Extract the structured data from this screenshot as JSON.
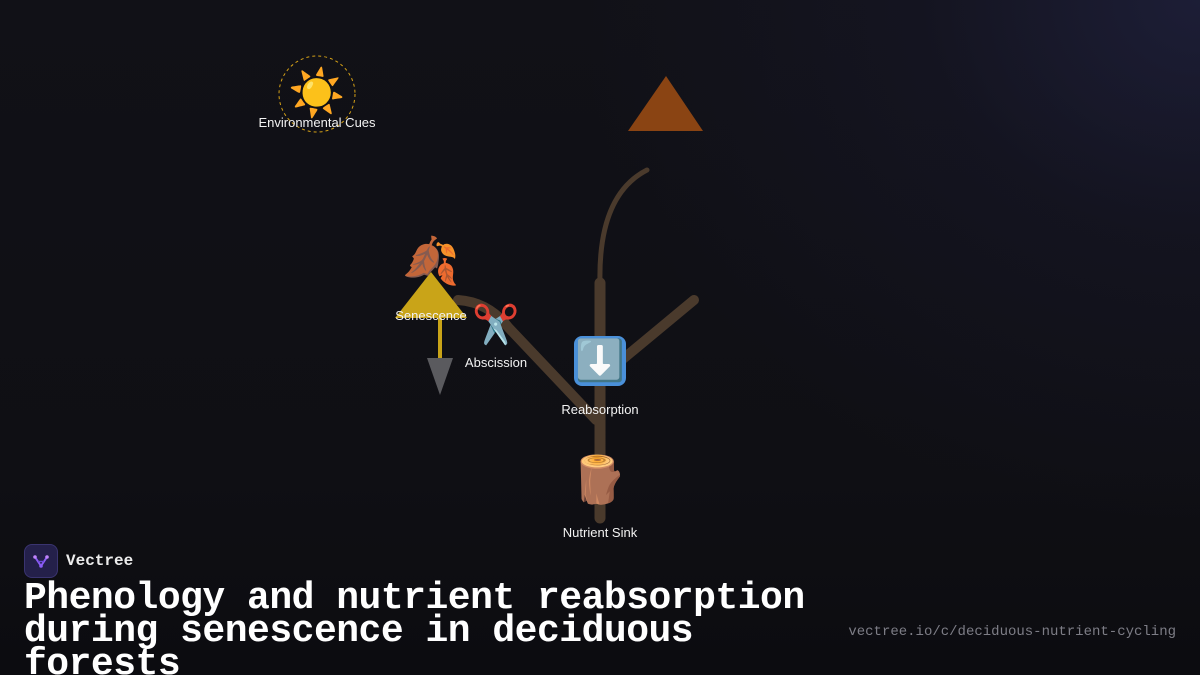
{
  "brand": {
    "name": "Vectree",
    "accent": "#8b5cf6",
    "logo_icon": "tree-network-icon"
  },
  "title": "Phenology and nutrient reabsorption during senescence in deciduous forests",
  "url": "vectree.io/c/deciduous-nutrient-cycling",
  "nodes": {
    "environmental_cues": {
      "label": "Environmental Cues",
      "icon": "☀️",
      "icon_name": "sun-icon"
    },
    "senescence": {
      "label": "Senescence",
      "icon": "🍂",
      "icon_name": "fallen-leaf-icon"
    },
    "abscission": {
      "label": "Abscission",
      "icon": "✂️",
      "icon_name": "scissors-icon"
    },
    "reabsorption": {
      "label": "Reabsorption",
      "icon": "⬇️",
      "icon_name": "down-arrow-icon"
    },
    "nutrient_sink": {
      "label": "Nutrient Sink",
      "icon": "🪵",
      "icon_name": "wood-log-icon"
    }
  },
  "colors": {
    "branch": "#4a3a2c",
    "canopy_triangle": "#8a4413",
    "senescence_triangle": "#c9a418",
    "sun_ring": "#d4a017",
    "fall_arrow": "#5a5a5e"
  }
}
